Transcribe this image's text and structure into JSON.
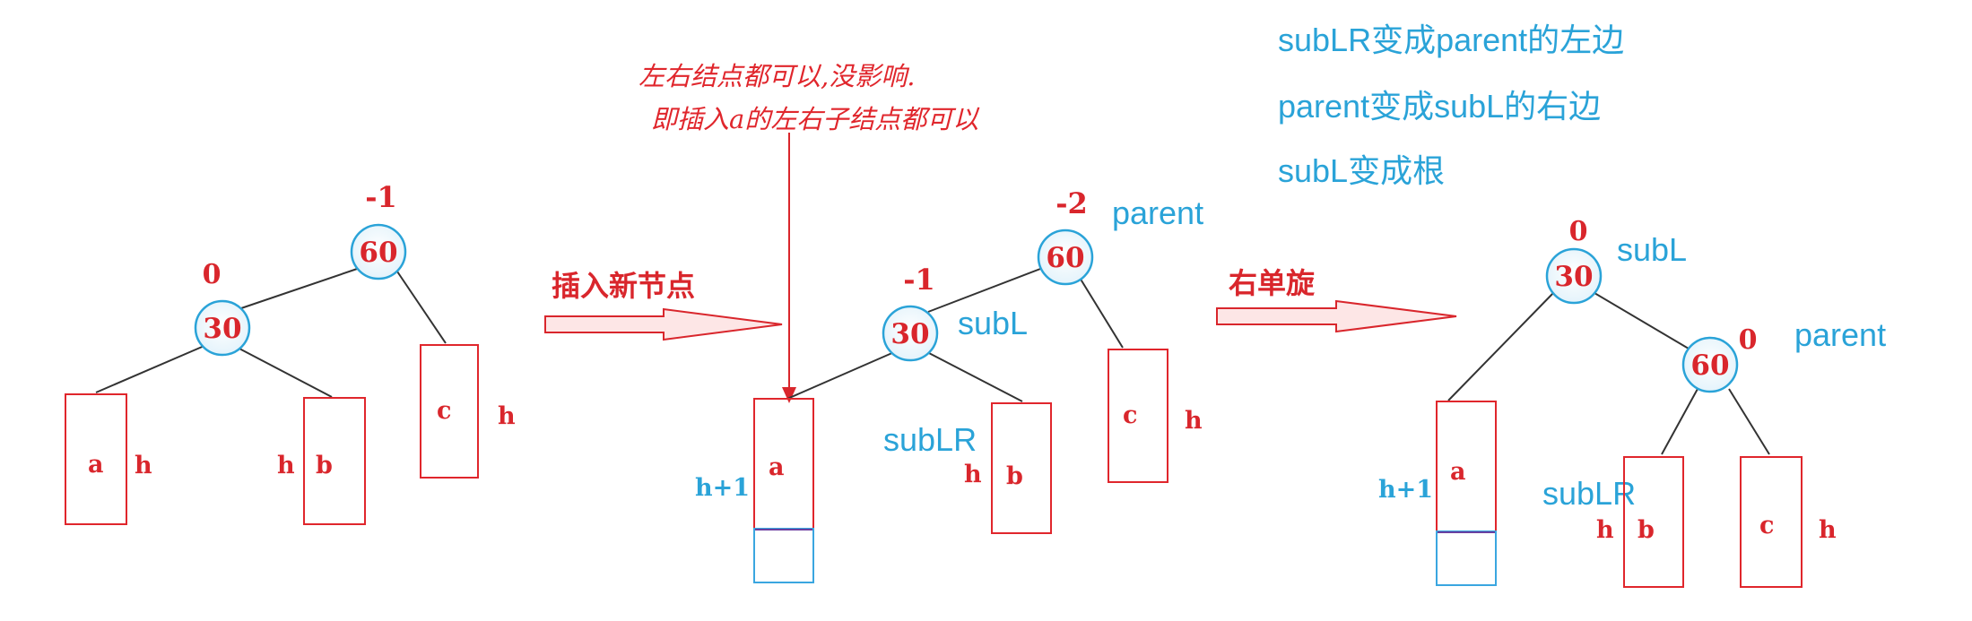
{
  "colors": {
    "red": "#d9262c",
    "blue": "#2aa3d8",
    "edge": "#333333",
    "new_node": "#3aa6e0",
    "arrow_fill": "#fde6e6"
  },
  "annotation": {
    "line1": "左右结点都可以,没影响.",
    "line2": "即插入a的左右子结点都可以"
  },
  "notes": [
    "subLR变成parent的左边",
    "parent变成subL的右边",
    "subL变成根"
  ],
  "arrows": {
    "insert": "插入新节点",
    "rotate": "右单旋"
  },
  "tree1": {
    "root": {
      "value": "60",
      "bf": "-1"
    },
    "left": {
      "value": "30",
      "bf": "0"
    },
    "subtrees": {
      "a": "a",
      "b": "b",
      "c": "c"
    },
    "heights": {
      "a": "h",
      "b": "h",
      "c": "h"
    }
  },
  "tree2": {
    "root": {
      "value": "60",
      "bf": "-2",
      "tag": "parent"
    },
    "left": {
      "value": "30",
      "bf": "-1",
      "tag": "subL"
    },
    "subLR_tag": "subLR",
    "subtrees": {
      "a": "a",
      "b": "b",
      "c": "c"
    },
    "heights": {
      "a": "h+1",
      "b": "h",
      "c": "h"
    }
  },
  "tree3": {
    "root": {
      "value": "30",
      "bf": "0",
      "tag": "subL"
    },
    "right": {
      "value": "60",
      "bf": "0",
      "tag": "parent"
    },
    "subLR_tag": "subLR",
    "subtrees": {
      "a": "a",
      "b": "b",
      "c": "c"
    },
    "heights": {
      "a": "h+1",
      "b": "h",
      "c": "h"
    }
  }
}
